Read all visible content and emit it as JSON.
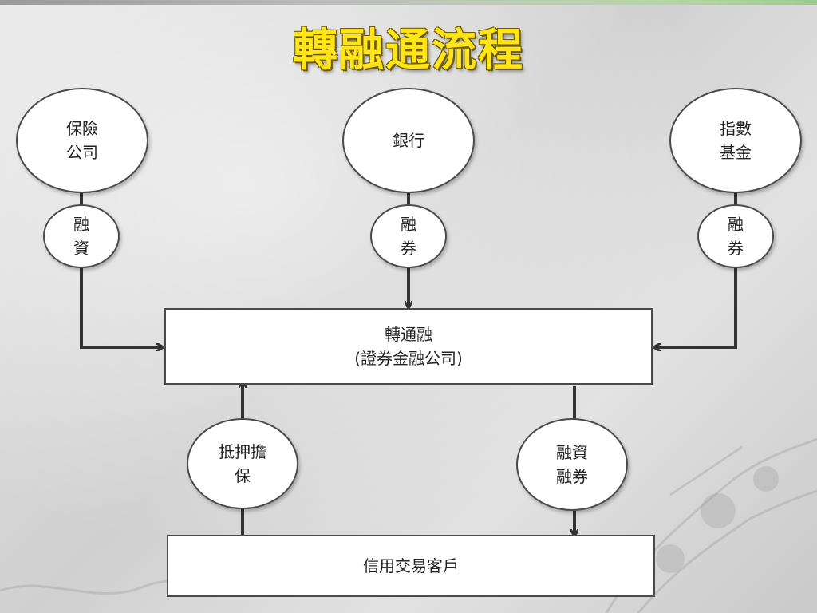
{
  "title": "轉融通流程",
  "nodes": {
    "insurance": "保險\n公司",
    "bank": "銀行",
    "index_fund": "指數\n基金",
    "financing_left": "融\n資",
    "securities_lending_center": "融\n券",
    "securities_lending_right": "融\n券",
    "center": "轉通融\n(證券金融公司)",
    "collateral": "抵押擔\n保",
    "margin_trading": "融資\n融券",
    "client": "信用交易客戶"
  }
}
